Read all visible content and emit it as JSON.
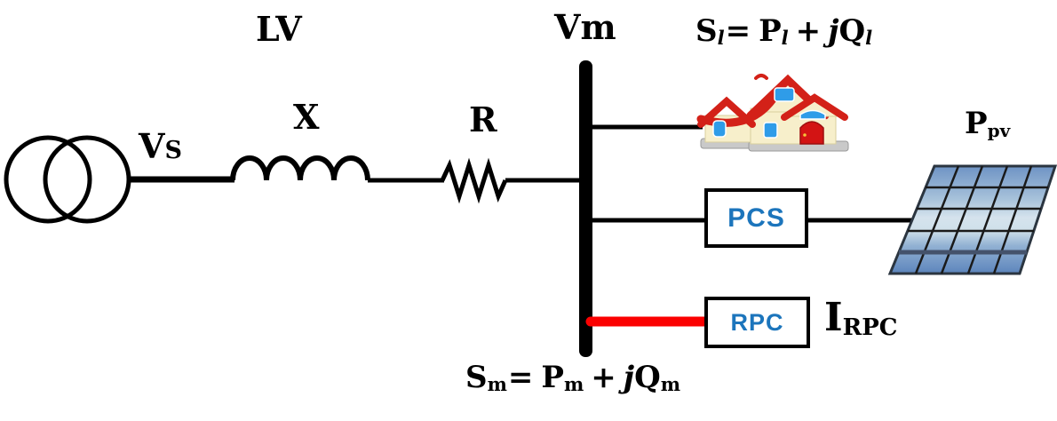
{
  "labels": {
    "lv": "LV",
    "reactance": "X",
    "resistance": "R",
    "source_voltage_main": "V",
    "source_voltage_sub": "S",
    "bus_voltage": "Vm",
    "pv_power_main": "P",
    "pv_power_sub": "pv",
    "rpc_current_main": "I",
    "rpc_current_sub": "RPC"
  },
  "boxes": {
    "pcs": "PCS",
    "rpc": "RPC"
  },
  "formulas": {
    "load": {
      "s": "S",
      "s_sub": "l",
      "eq": "=",
      "p": "P",
      "p_sub": "l",
      "plus": "+",
      "j": "j",
      "q": "Q",
      "q_sub": "l"
    },
    "bus": {
      "s": "S",
      "s_sub": "m",
      "eq": "=",
      "p": "P",
      "p_sub": "m",
      "plus": "+",
      "j": "j",
      "q": "Q",
      "q_sub": "m"
    }
  },
  "icons": {
    "transformer": "grid-source-transformer",
    "inductor": "line-reactance-coil",
    "resistor": "line-resistance",
    "bus_bar": "pcc-bus-bar",
    "house": "residential-load",
    "solar_panel": "pv-array",
    "rpc_line": "reactive-compensation-feeder"
  },
  "colors": {
    "line_black": "#000000",
    "rpc_line_red": "#fb0101",
    "box_label_blue": "#1c75bc",
    "roof_red": "#d32118",
    "wall_cream": "#f7efcb",
    "window_blue": "#2f9ce8",
    "panel_dark_blue": "#5d85bc",
    "panel_light_blue": "#d5e3ed"
  }
}
